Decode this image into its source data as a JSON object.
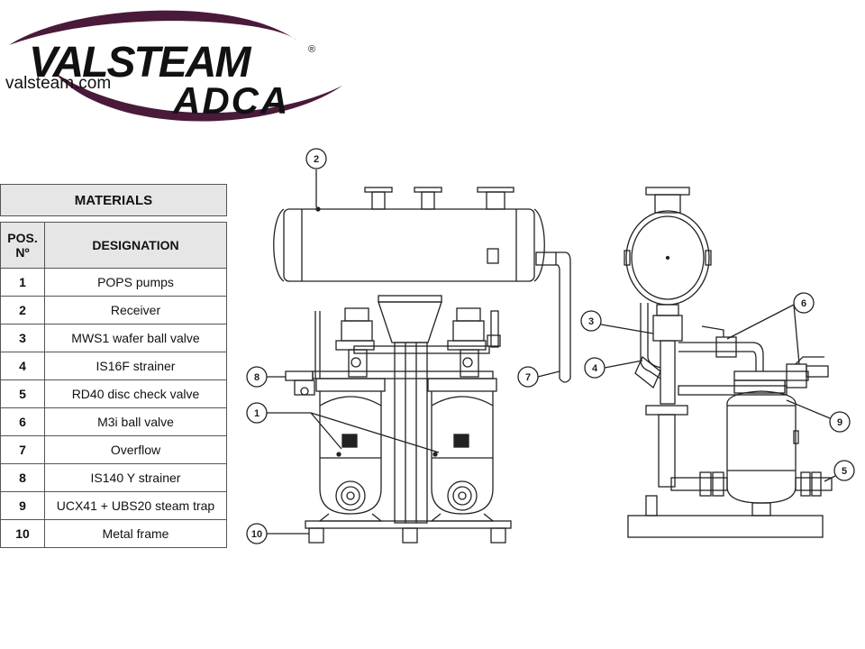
{
  "logo": {
    "brand_top": "VALSTEAM",
    "brand_bottom": "ADCA",
    "url": "valsteam.com",
    "registered": "®",
    "accent_color": "#4a1a3a"
  },
  "materials": {
    "title": "MATERIALS",
    "col_pos": "POS. Nº",
    "col_designation": "DESIGNATION",
    "rows": [
      {
        "pos": "1",
        "designation": "POPS pumps"
      },
      {
        "pos": "2",
        "designation": "Receiver"
      },
      {
        "pos": "3",
        "designation": "MWS1 wafer ball valve"
      },
      {
        "pos": "4",
        "designation": "IS16F strainer"
      },
      {
        "pos": "5",
        "designation": "RD40 disc check valve"
      },
      {
        "pos": "6",
        "designation": "M3i ball valve"
      },
      {
        "pos": "7",
        "designation": "Overflow"
      },
      {
        "pos": "8",
        "designation": "IS140 Y strainer"
      },
      {
        "pos": "9",
        "designation": "UCX41 + UBS20 steam trap"
      },
      {
        "pos": "10",
        "designation": "Metal frame"
      }
    ]
  },
  "callouts": {
    "c1": "1",
    "c2": "2",
    "c3": "3",
    "c4": "4",
    "c5": "5",
    "c6": "6",
    "c7": "7",
    "c8": "8",
    "c9": "9",
    "c10": "10"
  }
}
